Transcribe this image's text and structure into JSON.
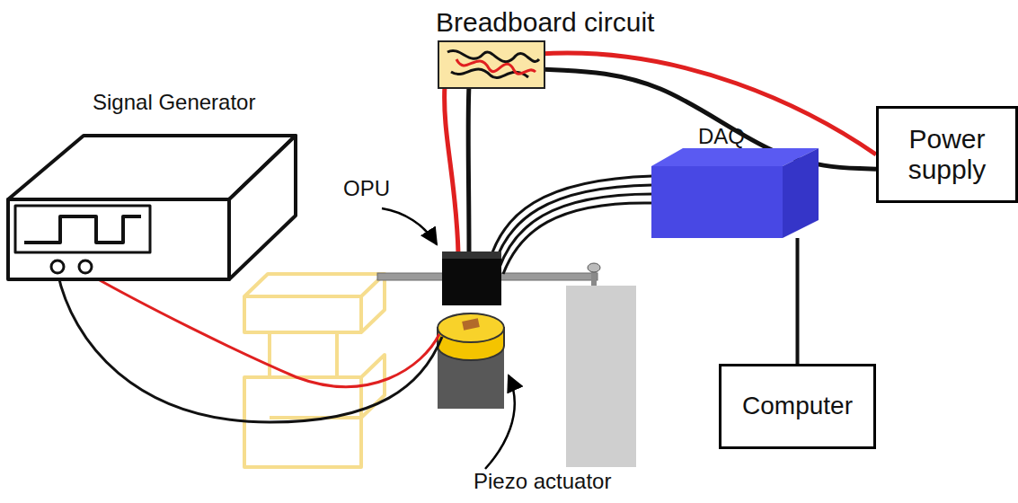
{
  "diagram": {
    "nodes": [
      {
        "text": [
          "Breadboard circuit"
        ]
      },
      {
        "text": [
          "Signal Generator"
        ]
      },
      {
        "text": [
          "DAQ"
        ]
      },
      {
        "text": [
          "Power supply"
        ]
      },
      {
        "text": [
          "Computer"
        ]
      }
    ],
    "edges": [
      {
        "from": 0,
        "to": 3,
        "arrow": "none"
      },
      {
        "from": 2,
        "to": 4,
        "arrow": "none"
      }
    ],
    "labels": [
      "OPU",
      "Piezo actuator"
    ]
  }
}
